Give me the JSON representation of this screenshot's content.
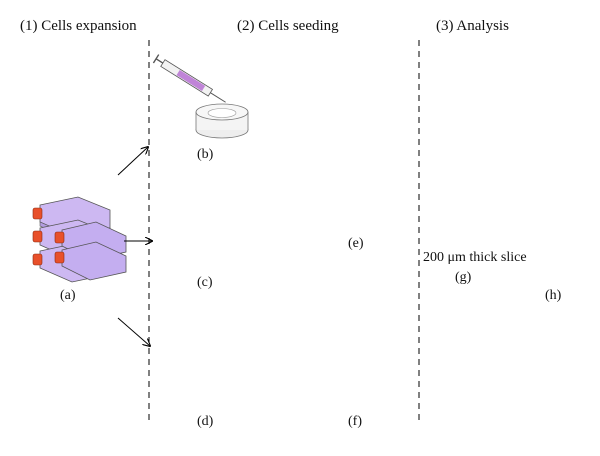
{
  "headers": {
    "expansion": "(1) Cells expansion",
    "seeding": "(2) Cells seeding",
    "analysis": "(3) Analysis"
  },
  "labels": {
    "a": "(a)",
    "b": "(b)",
    "c": "(c)",
    "d": "(d)",
    "e": "(e)",
    "f": "(f)",
    "g": "(g)",
    "h": "(h)"
  },
  "slice_text": "200 μm thick slice",
  "colors": {
    "flask_body": "#c9b6ee",
    "flask_cap": "#e8502a",
    "scaffold_pink": "#c87ad8",
    "holder_blue": "#1f2b8a",
    "cap_red": "#d8141c"
  }
}
